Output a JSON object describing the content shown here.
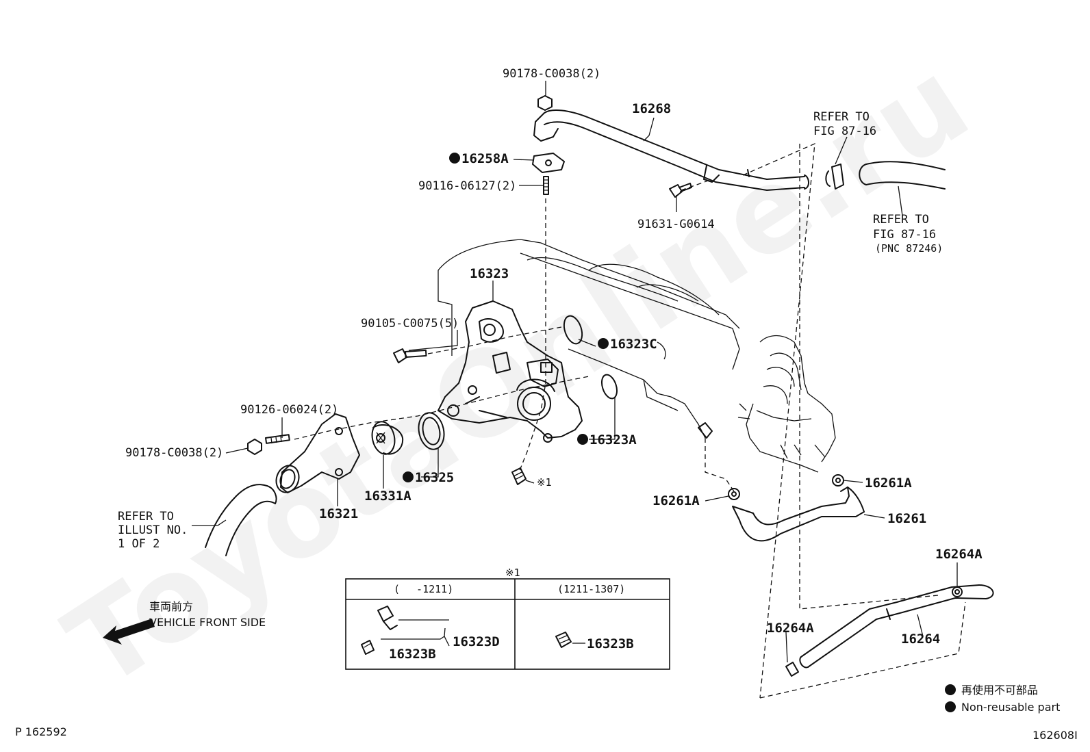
{
  "watermark": "ToyotaOnline.ru",
  "callouts": {
    "p90178_top": "90178-C0038(2)",
    "p16268": "16268",
    "p16258A": "16258A",
    "p90116": "90116-06127(2)",
    "p91631": "91631-G0614",
    "refer_top_1": "REFER TO",
    "refer_top_2": "FIG 87-16",
    "refer_right_1": "REFER TO",
    "refer_right_2": "FIG 87-16",
    "refer_right_3": "(PNC 87246)",
    "p16323": "16323",
    "p90105": "90105-C0075(5)",
    "p16323C": "16323C",
    "p16323A": "16323A",
    "p90126": "90126-06024(2)",
    "p90178_left": "90178-C0038(2)",
    "p16325": "16325",
    "p16331A": "16331A",
    "p16321": "16321",
    "note_mark": "※1",
    "refer_left_1": "REFER TO",
    "refer_left_2": "ILLUST NO.",
    "refer_left_3": "1 OF 2",
    "p16261A_left": "16261A",
    "p16261A_right": "16261A",
    "p16261": "16261",
    "p16264A_top": "16264A",
    "p16264A_bottom": "16264A",
    "p16264": "16264"
  },
  "inset": {
    "title": "※1",
    "col1_header": "(　 -1211)",
    "col2_header": "(1211-1307)",
    "col1_part_a": "16323D",
    "col1_part_b": "16323B",
    "col2_part": "16323B"
  },
  "direction": {
    "japanese": "車両前方",
    "english": "VEHICLE FRONT SIDE"
  },
  "legend": {
    "japanese": "再使用不可部品",
    "english": "Non-reusable part"
  },
  "footer": {
    "page_ref": "P 162592",
    "figure_id": "162608I"
  }
}
